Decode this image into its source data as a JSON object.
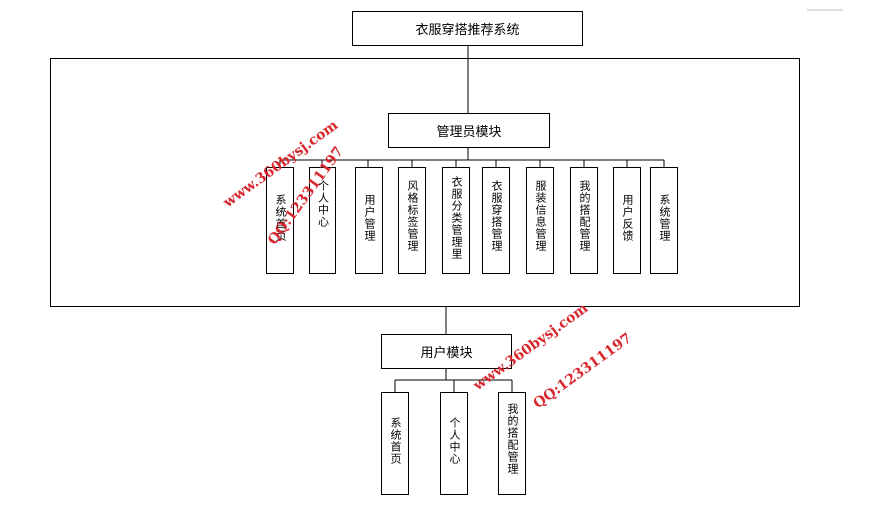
{
  "title": "衣服穿搭推荐系统",
  "admin": {
    "title": "管理员模块",
    "items": [
      "系统首页",
      "个人中心",
      "用户管理",
      "风格标签管理",
      "衣服分类管理里",
      "衣服穿搭管理",
      "服装信息管理",
      "我的搭配管理",
      "用户反馈",
      "系统管理"
    ]
  },
  "user": {
    "title": "用户模块",
    "items": [
      "系统首页",
      "个人中心",
      "我的搭配管理"
    ]
  },
  "watermarks": {
    "site": "www.360bysj.com",
    "qq": "QQ:123311197"
  }
}
